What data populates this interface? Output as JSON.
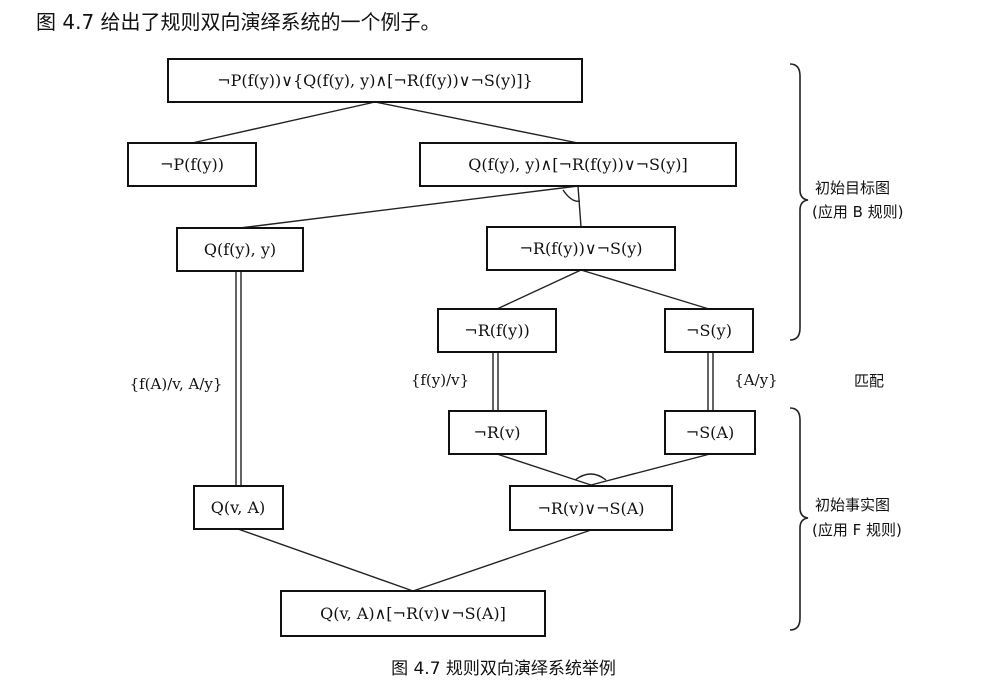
{
  "intro_text": "图 4.7 给出了规则双向演绎系统的一个例子。",
  "caption": "图 4.7   规则双向演绎系统举例",
  "nodes": {
    "top_goal": "¬P(f(y))∨{Q(f(y), y)∧[¬R(f(y))∨¬S(y)]}",
    "not_p": "¬P(f(y))",
    "q_and": "Q(f(y), y)∧[¬R(f(y))∨¬S(y)]",
    "q_goal": "Q(f(y), y)",
    "r_or_s_goal": "¬R(f(y))∨¬S(y)",
    "not_r_goal": "¬R(f(y))",
    "not_s_goal": "¬S(y)",
    "not_r_fact": "¬R(v)",
    "not_s_fact": "¬S(A)",
    "q_fact": "Q(v, A)",
    "r_or_s_fact": "¬R(v)∨¬S(A)",
    "root_fact": "Q(v, A)∧[¬R(v)∨¬S(A)]"
  },
  "labels": {
    "sub_q": "{f(A)/v, A/y}",
    "sub_r": "{f(y)/v}",
    "sub_s": "{A/y}",
    "match": "匹配",
    "goal_group_line1": "初始目标图",
    "goal_group_line2": "(应用 B 规则)",
    "fact_group_line1": "初始事实图",
    "fact_group_line2": "(应用 F 规则)"
  }
}
